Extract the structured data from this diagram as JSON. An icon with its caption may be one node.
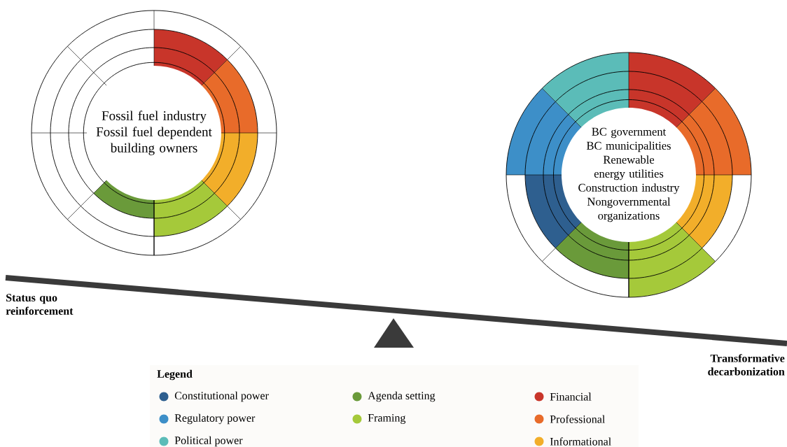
{
  "diagram": {
    "nodes": [
      {
        "text": [
          "Fossil fuel industry",
          "Fossil fuel dependent building owners"
        ]
      },
      {
        "text": [
          "BC government",
          "BC municipalities",
          "Renewable energy utilities",
          "Construction industry",
          "Nongovernmental organizations"
        ]
      }
    ],
    "edges": [],
    "labels": [
      "Status quo reinforcement",
      "Transformative decarbonization",
      "Legend"
    ],
    "legend": [
      {
        "text": "Constitutional power",
        "color": "#2e5f8f"
      },
      {
        "text": "Regulatory power",
        "color": "#3d8fc8"
      },
      {
        "text": "Political power",
        "color": "#5bbcb8"
      },
      {
        "text": "Agenda setting",
        "color": "#6a9a3a"
      },
      {
        "text": "Framing",
        "color": "#a5c93a"
      },
      {
        "text": "Financial",
        "color": "#c8352a"
      },
      {
        "text": "Professional",
        "color": "#e86b2a"
      },
      {
        "text": "Informational",
        "color": "#f2ae2a"
      }
    ]
  }
}
